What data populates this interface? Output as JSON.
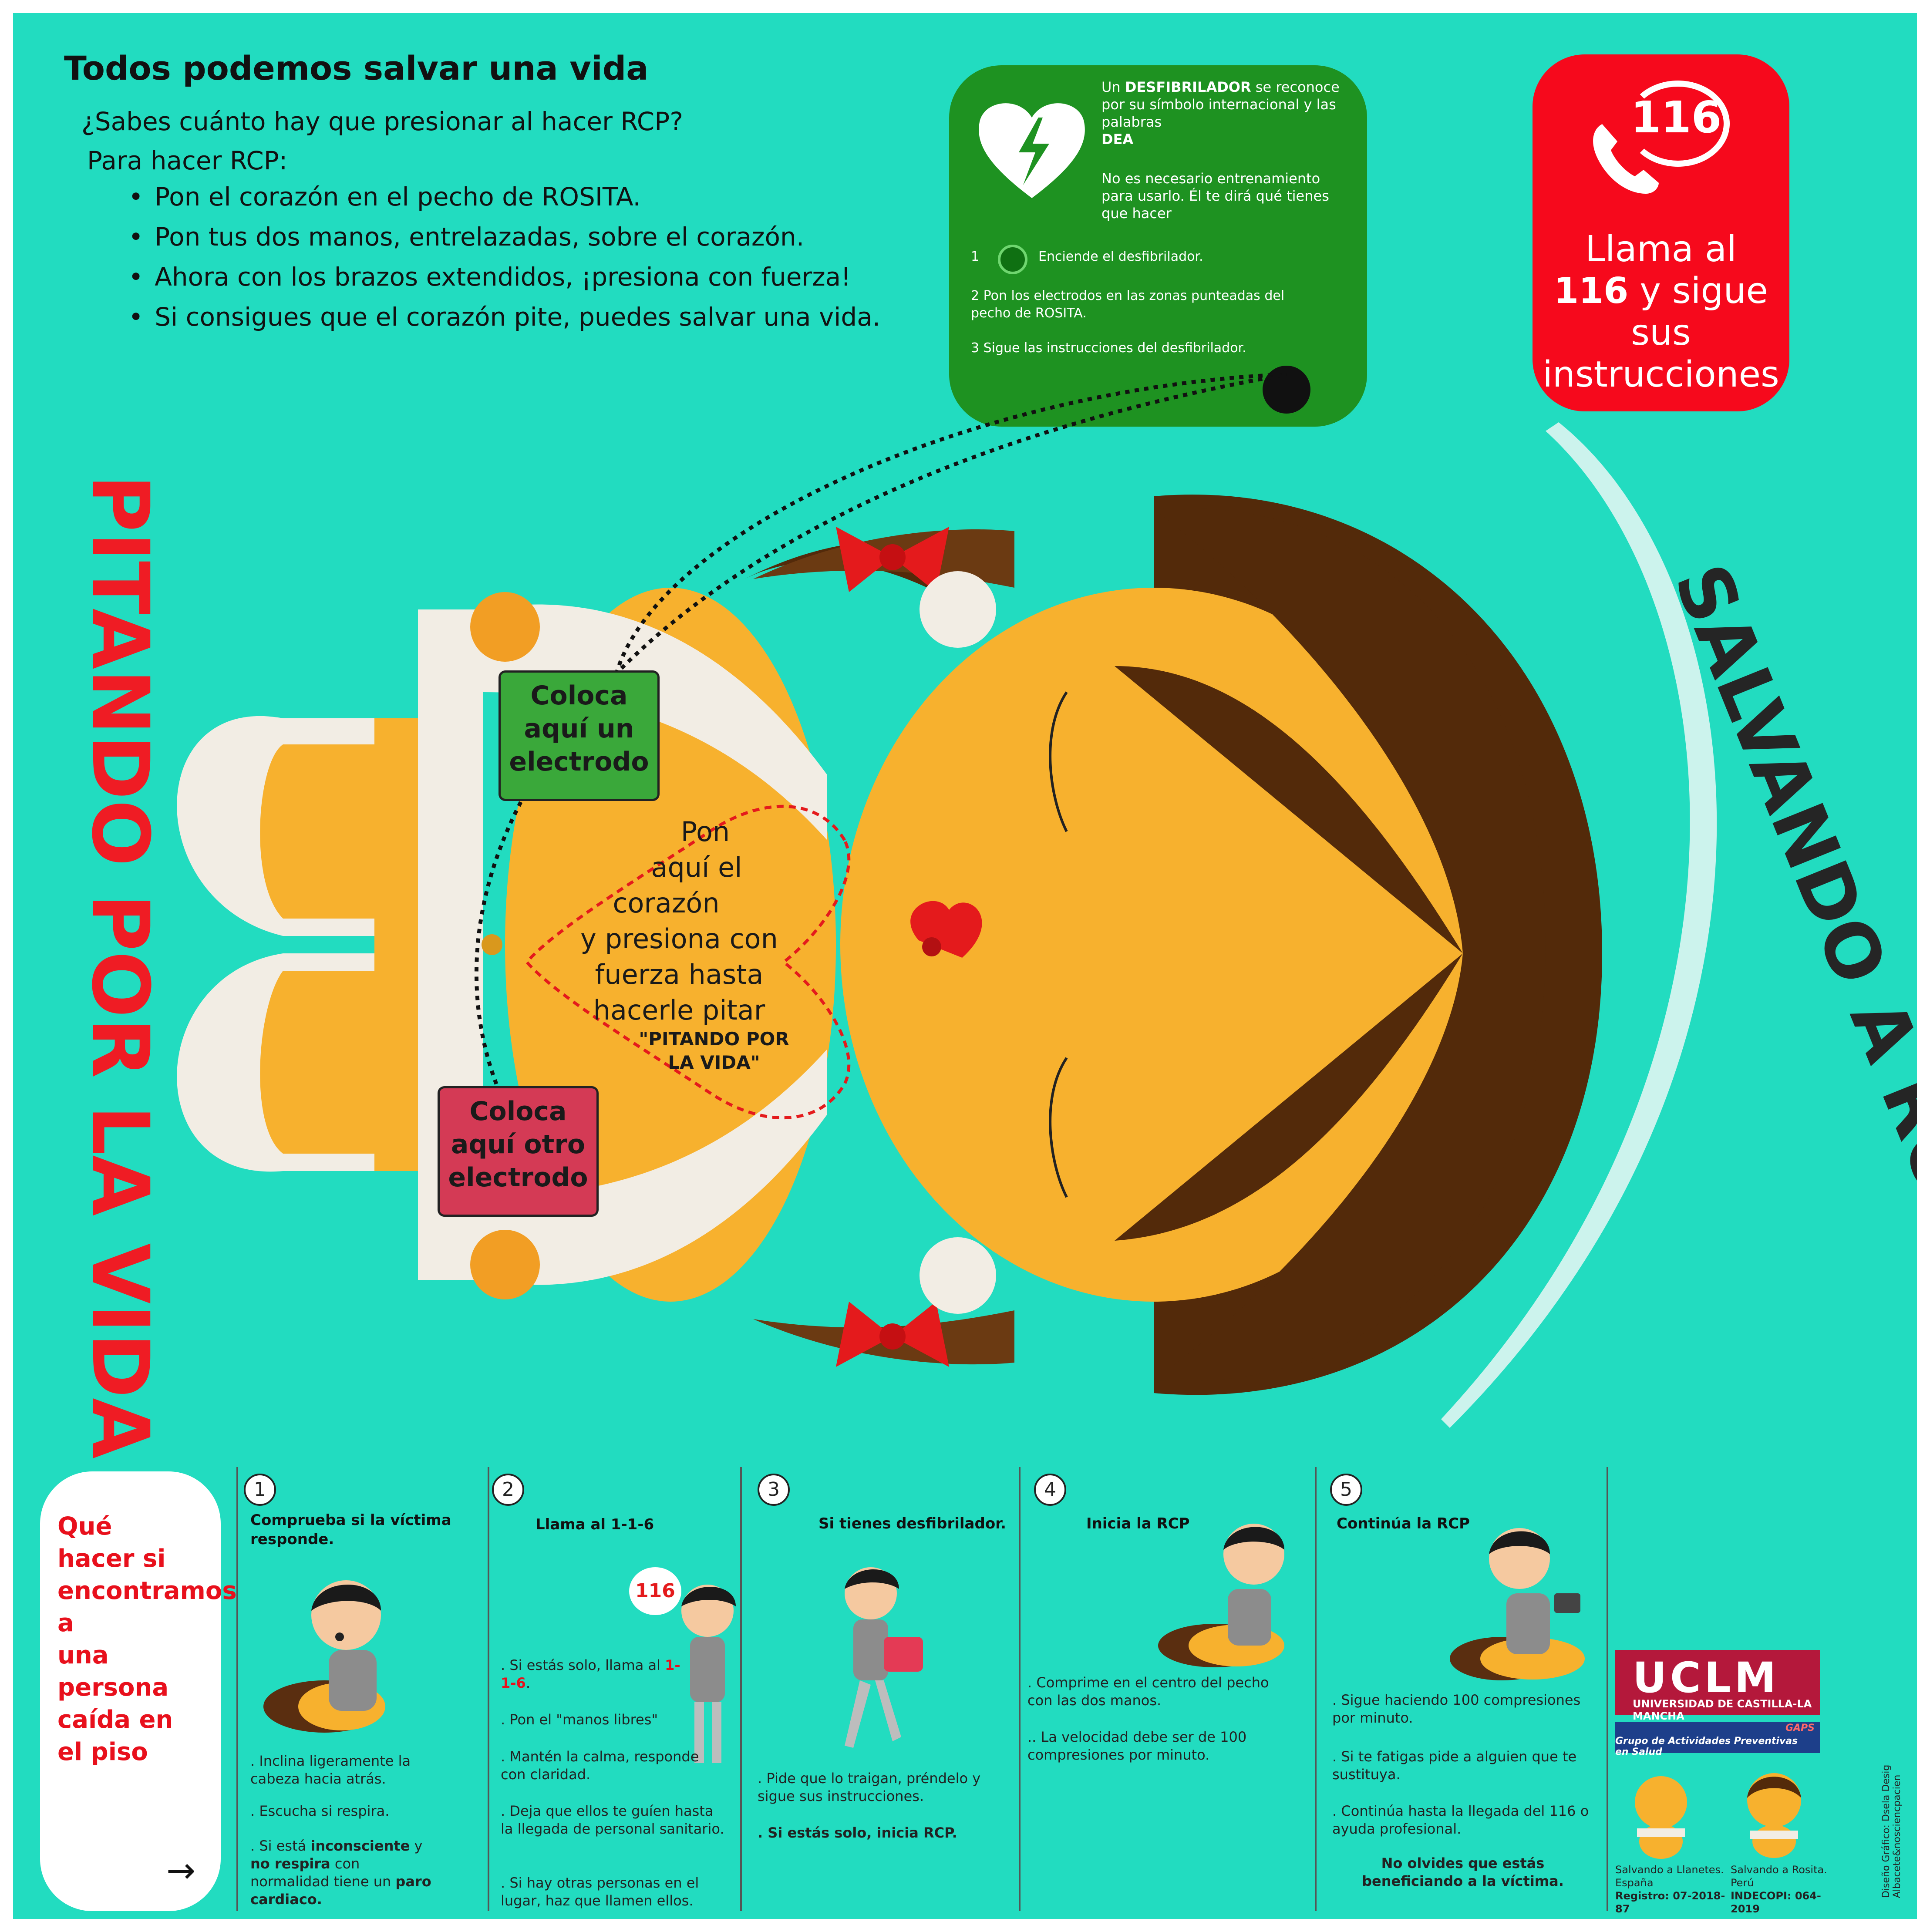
{
  "header": {
    "title": "Todos podemos salvar una vida",
    "question": "¿Sabes cuánto hay que presionar al hacer RCP?",
    "intro": "Para hacer RCP:",
    "steps": [
      "Pon el corazón en el pecho de ROSITA.",
      "Pon tus dos manos, entrelazadas, sobre el corazón.",
      "Ahora con los brazos extendidos, ¡presiona con fuerza!",
      "Si consigues que el corazón pite, puedes salvar una vida."
    ]
  },
  "dea": {
    "intro_a": "Un ",
    "intro_bold": "DESFIBRILADOR",
    "intro_b": " se reconoce por su símbolo internacional y las palabras",
    "intro_dea": "DEA",
    "note": "No es necesario entrenamiento para usarlo. Él te dirá qué tienes que hacer",
    "step1_num": "1",
    "step1": "Enciende el desfibrilador.",
    "step2": "2  Pon los electrodos en las zonas punteadas del pecho de  ROSITA.",
    "step3": "3  Sigue las instrucciones del desfibrilador."
  },
  "call": {
    "number": "116",
    "line1": "Llama al",
    "line2_bold": "116",
    "line2": " y sigue",
    "line3": "sus",
    "line4": "instrucciones"
  },
  "titles": {
    "left": "PITANDO POR LA VIDA",
    "right": "SALVANDO A ROSITA"
  },
  "body_labels": {
    "electrode1": [
      "Coloca",
      "aquí un",
      "electrodo"
    ],
    "electrode2": [
      "Coloca",
      "aquí otro",
      "electrodo"
    ],
    "heart": [
      "Pon",
      "aquí el",
      "corazón",
      "y presiona con",
      "fuerza hasta",
      "hacerle pitar"
    ],
    "heart_sub": [
      "\"PITANDO POR",
      "LA VIDA\""
    ]
  },
  "bottom": {
    "question": [
      "Qué",
      "hacer si",
      "encontramos",
      "a",
      "una",
      "persona",
      "caída en",
      "el piso"
    ],
    "arrow": "→",
    "panels": [
      {
        "num": "1",
        "title": "Comprueba si la víctima responde.",
        "t1": ". Inclina ligeramente la cabeza hacia atrás.",
        "t2": ". Escucha si respira.",
        "t3a": ". Si está ",
        "t3b": "inconsciente",
        "t3c": " y ",
        "t3d": "no respira",
        "t3e": " con normalidad tiene un ",
        "t3f": "paro cardiaco."
      },
      {
        "num": "2",
        "title": "Llama al 1-1-6",
        "bubble": "116",
        "t1a": ". Si estás solo, llama al ",
        "t1b": "1-1-6",
        "t1c": ".",
        "t2": ". Pon el \"manos libres\"",
        "t3": ". Mantén la calma, responde con claridad.",
        "t4": ". Deja que ellos te guíen hasta la llegada de personal sanitario.",
        "t5": ". Si hay otras personas en el lugar, haz que llamen ellos."
      },
      {
        "num": "3",
        "title": "Si tienes desfibrilador.",
        "t1": ". Pide que lo traigan, préndelo y sigue sus instrucciones.",
        "t2": ". Si estás solo, inicia RCP."
      },
      {
        "num": "4",
        "title": "Inicia la RCP",
        "t1": ". Comprime en el centro del pecho con las dos manos.",
        "t2": ".. La velocidad debe ser de 100 compresiones por minuto."
      },
      {
        "num": "5",
        "title": "Continúa la RCP",
        "t1": ". Sigue haciendo 100 compresiones por minuto.",
        "t2": ". Si te fatigas pide a alguien que te sustituya.",
        "t3": ". Continúa hasta la llegada del 116 o ayuda profesional.",
        "t4": "No olvides que estás beneficiando a la víctima."
      }
    ]
  },
  "logos": {
    "uclm": "UCLM",
    "uclm_sub": "UNIVERSIDAD DE CASTILLA-LA MANCHA",
    "gaps": "GAPS",
    "gaps_sub": "Grupo de Actividades Preventivas en Salud",
    "foot1": [
      "Salvando a Llanetes.",
      "España",
      "Registro: 07-2018-87"
    ],
    "foot2": [
      "Salvando a Rosita.",
      "Perú",
      "INDECOPI:   064-2019"
    ],
    "credit": [
      "Diseño Gráfico: Dsela Desig",
      "Albacete&nosciencpacien"
    ]
  },
  "colors": {
    "background": "#22dcc0",
    "red": "#ef1c24",
    "green": "#1e9221",
    "skin": "#f7b12e",
    "hair": "#532a0a"
  }
}
